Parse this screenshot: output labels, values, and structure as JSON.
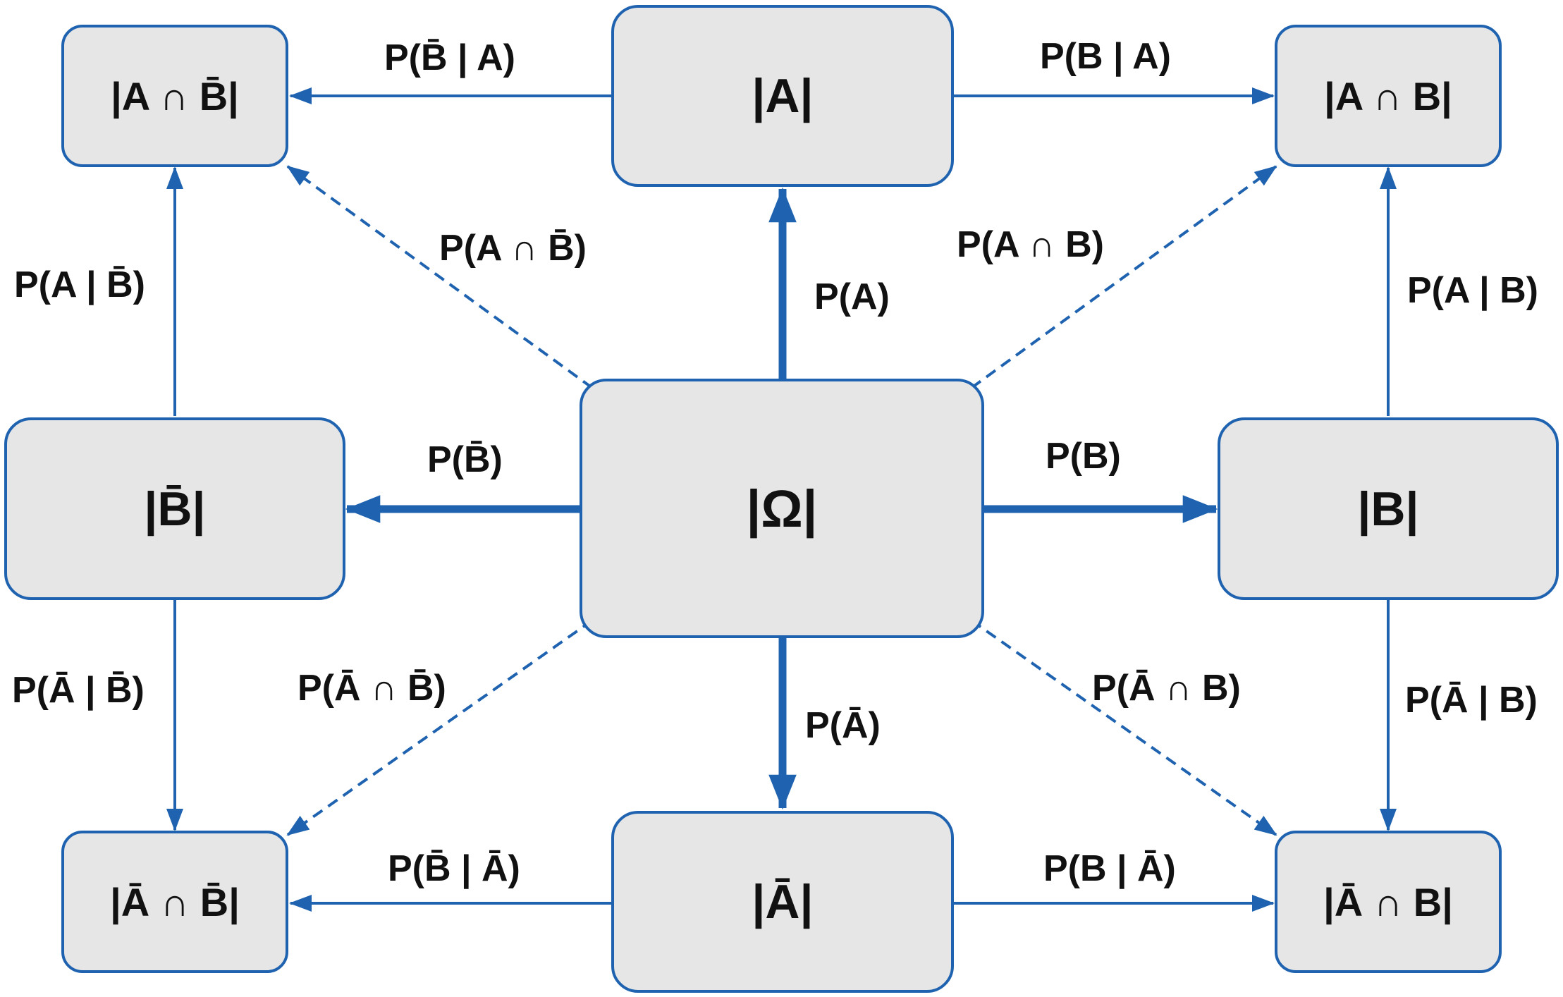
{
  "nodes": {
    "omega": "|Ω|",
    "a": "|A|",
    "not_a": "|Ā|",
    "b": "|B|",
    "not_b": "|B̄|",
    "a_and_b": "|A ∩ B|",
    "a_and_not_b": "|A ∩ B̄|",
    "not_a_and_b": "|Ā ∩ B|",
    "not_a_and_not_b": "|Ā ∩ B̄|"
  },
  "labels": {
    "p_a": "P(A)",
    "p_not_a": "P(Ā)",
    "p_b": "P(B)",
    "p_not_b": "P(B̄)",
    "p_a_and_b": "P(A ∩ B)",
    "p_a_and_not_b": "P(A ∩ B̄)",
    "p_not_a_and_b": "P(Ā ∩ B)",
    "p_not_a_and_not_b": "P(Ā ∩ B̄)",
    "p_b_given_a": "P(B | A)",
    "p_not_b_given_a": "P(B̄ | A)",
    "p_b_given_not_a": "P(B | Ā)",
    "p_not_b_given_not_a": "P(B̄ | Ā)",
    "p_a_given_b": "P(A | B)",
    "p_a_given_not_b": "P(A | B̄)",
    "p_not_a_given_b": "P(Ā | B)",
    "p_not_a_given_not_b": "P(Ā | B̄)"
  },
  "colors": {
    "arrow": "#1f63b0",
    "node_fill": "#e6e6e6",
    "node_border": "#1f63b0",
    "text": "#111111"
  }
}
